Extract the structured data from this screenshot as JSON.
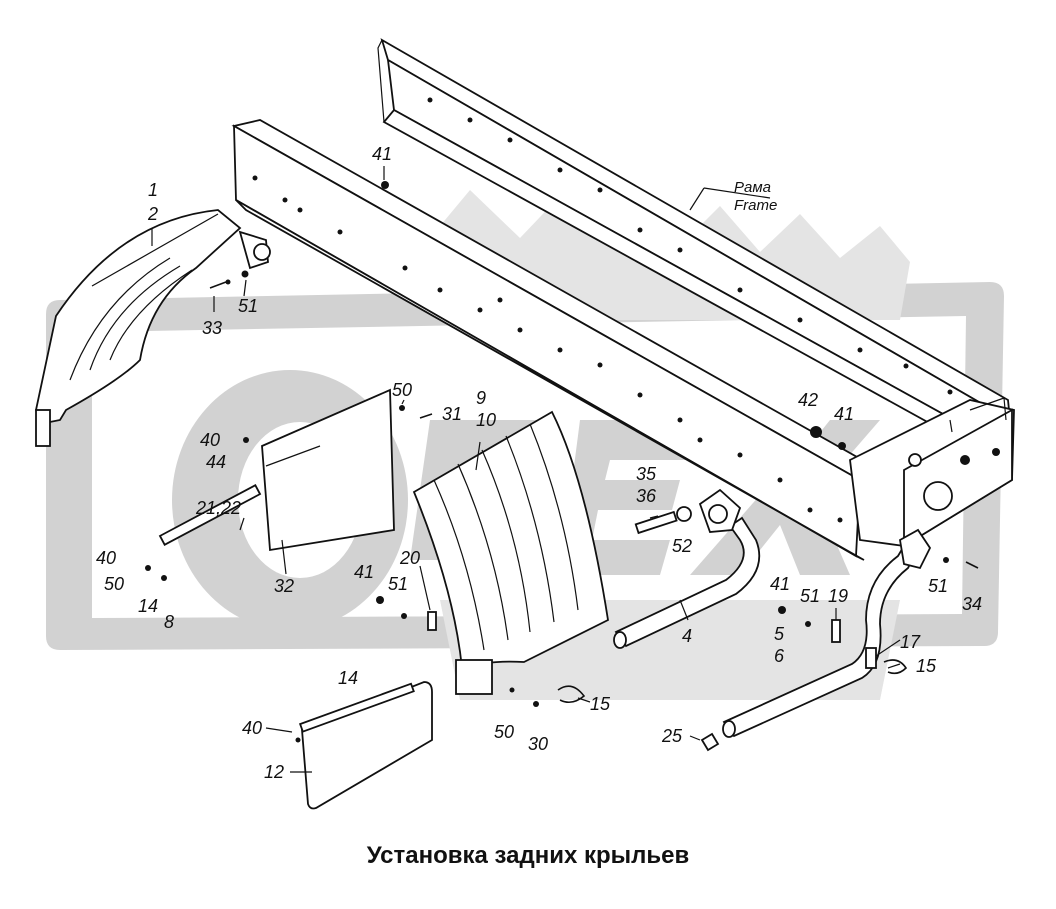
{
  "caption": "Установка задних крыльев",
  "frame_label": {
    "ru": "Рама",
    "en": "Frame"
  },
  "watermark": "OPEX",
  "callouts": [
    {
      "name": "callout-1",
      "text": "1"
    },
    {
      "name": "callout-2",
      "text": "2"
    },
    {
      "name": "callout-33",
      "text": "33"
    },
    {
      "name": "callout-51-a",
      "text": "51"
    },
    {
      "name": "callout-41-a",
      "text": "41"
    },
    {
      "name": "callout-50-a",
      "text": "50"
    },
    {
      "name": "callout-31",
      "text": "31"
    },
    {
      "name": "callout-9",
      "text": "9"
    },
    {
      "name": "callout-10",
      "text": "10"
    },
    {
      "name": "callout-40-a",
      "text": "40"
    },
    {
      "name": "callout-44",
      "text": "44"
    },
    {
      "name": "callout-21-22",
      "text": "21,22"
    },
    {
      "name": "callout-40-b",
      "text": "40"
    },
    {
      "name": "callout-50-b",
      "text": "50"
    },
    {
      "name": "callout-14-a",
      "text": "14"
    },
    {
      "name": "callout-8",
      "text": "8"
    },
    {
      "name": "callout-32",
      "text": "32"
    },
    {
      "name": "callout-20",
      "text": "20"
    },
    {
      "name": "callout-41-b",
      "text": "41"
    },
    {
      "name": "callout-51-b",
      "text": "51"
    },
    {
      "name": "callout-35",
      "text": "35"
    },
    {
      "name": "callout-36",
      "text": "36"
    },
    {
      "name": "callout-52",
      "text": "52"
    },
    {
      "name": "callout-42",
      "text": "42"
    },
    {
      "name": "callout-41-c",
      "text": "41"
    },
    {
      "name": "callout-4",
      "text": "4"
    },
    {
      "name": "callout-15-a",
      "text": "15"
    },
    {
      "name": "callout-50-c",
      "text": "50"
    },
    {
      "name": "callout-30",
      "text": "30"
    },
    {
      "name": "callout-14-b",
      "text": "14"
    },
    {
      "name": "callout-40-c",
      "text": "40"
    },
    {
      "name": "callout-12",
      "text": "12"
    },
    {
      "name": "callout-41-d",
      "text": "41"
    },
    {
      "name": "callout-51-c",
      "text": "51"
    },
    {
      "name": "callout-19",
      "text": "19"
    },
    {
      "name": "callout-5",
      "text": "5"
    },
    {
      "name": "callout-6",
      "text": "6"
    },
    {
      "name": "callout-17",
      "text": "17"
    },
    {
      "name": "callout-15-b",
      "text": "15"
    },
    {
      "name": "callout-25",
      "text": "25"
    },
    {
      "name": "callout-51-d",
      "text": "51"
    },
    {
      "name": "callout-34",
      "text": "34"
    }
  ]
}
